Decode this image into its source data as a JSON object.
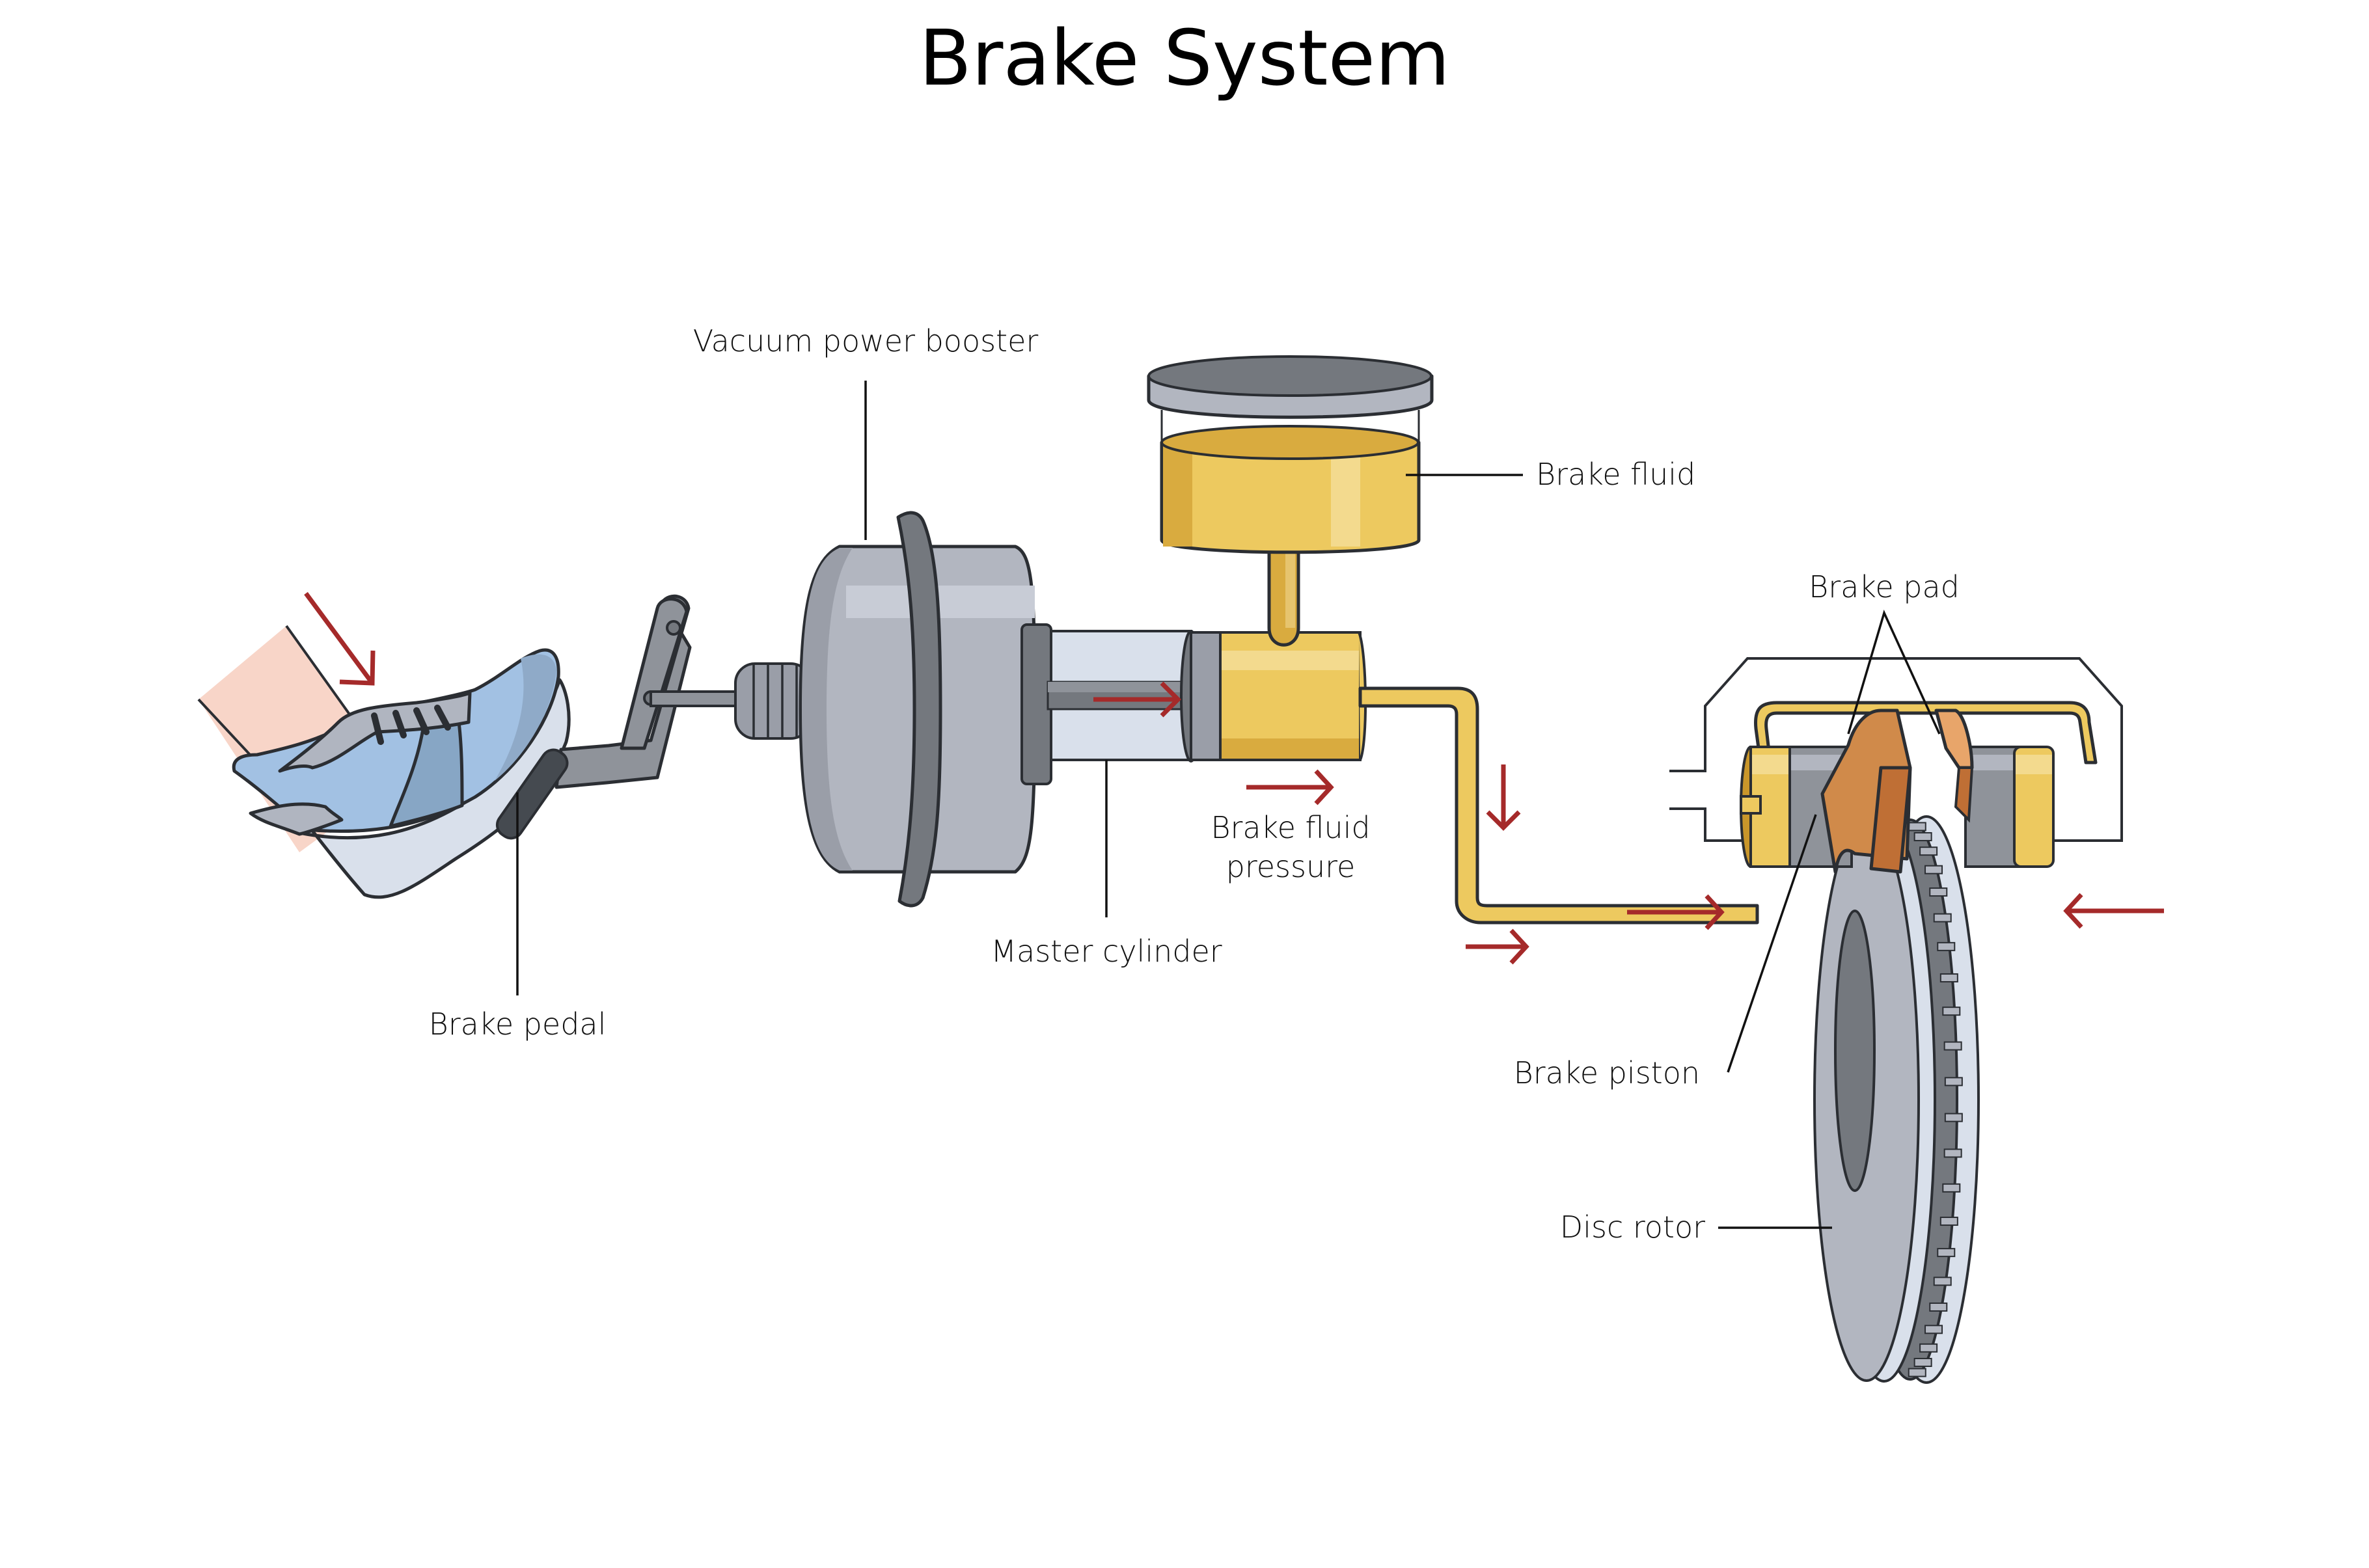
{
  "title": "Brake System",
  "labels": {
    "vacuum_power_booster": "Vacuum power booster",
    "brake_fluid": "Brake fluid",
    "brake_pad": "Brake pad",
    "brake_fluid_pressure_line1": "Brake fluid",
    "brake_fluid_pressure_line2": "pressure",
    "master_cylinder": "Master cylinder",
    "brake_pedal": "Brake pedal",
    "brake_piston": "Brake piston",
    "disc_rotor": "Disc rotor"
  },
  "colors": {
    "arrow": "#a52a2a",
    "fluid_yellow": "#edc95f",
    "fluid_dark": "#d9ab3f",
    "fluid_light": "#f3da8e",
    "metal_light": "#b2b6c0",
    "metal_mid": "#9a9ea8",
    "metal_dark": "#74787e",
    "pad_orange": "#d08a4a",
    "shoe_blue": "#a2c1e3",
    "skin": "#f8d5c8"
  }
}
